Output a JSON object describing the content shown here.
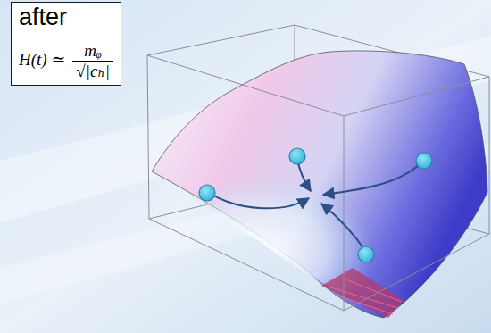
{
  "diagram": {
    "nodes": [
      {
        "text": [
          "after",
          "H(t) ≃",
          "mᵩ",
          "√|cₕ|"
        ]
      }
    ]
  }
}
